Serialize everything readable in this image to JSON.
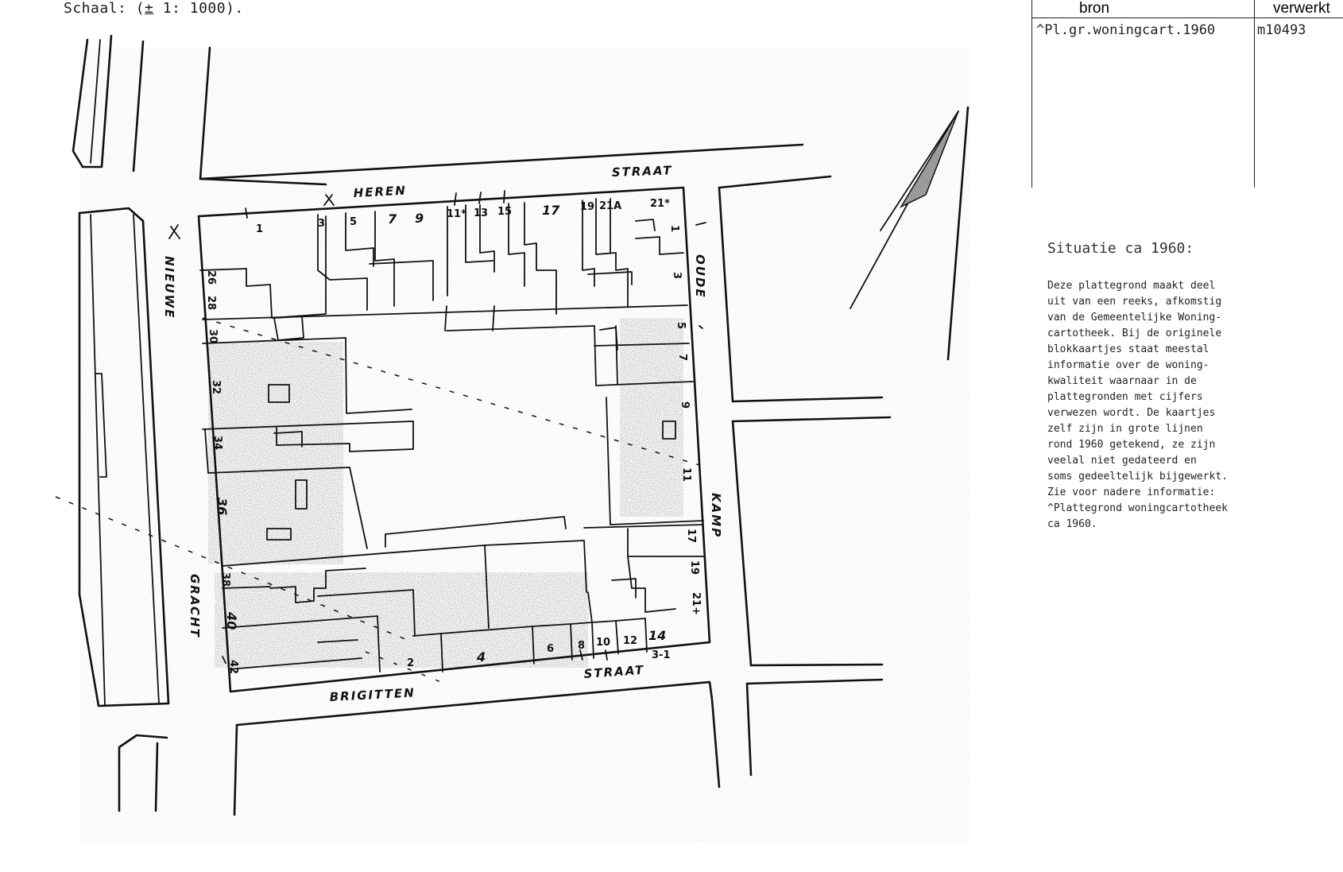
{
  "scale": {
    "prefix": "Schaal: (",
    "pm": "±",
    "rest": " 1: 1000)."
  },
  "source_table": {
    "headers": {
      "bron": "bron",
      "verwerkt": "verwerkt"
    },
    "values": {
      "bron": "^Pl.gr.woningcart.1960",
      "verwerkt": "m10493"
    }
  },
  "situation": {
    "title": "Situatie ca 1960:",
    "body_lines": [
      "Deze plattegrond maakt deel",
      "uit van een reeks, afkomstig",
      "van de Gemeentelijke Woning-",
      "cartotheek. Bij de originele",
      "blokkaartjes staat meestal",
      "informatie over de woning-",
      "kwaliteit waarnaar in de",
      "plattegronden met cijfers",
      "verwezen wordt. De kaartjes",
      "zelf zijn in grote lijnen",
      "rond 1960 getekend, ze zijn",
      "veelal niet gedateerd en",
      "soms gedeeltelijk bijgewerkt.",
      "Zie voor nadere informatie:",
      "^Plattegrond woningcartotheek",
      "ca 1960."
    ]
  },
  "streets": {
    "heren": "HEREN",
    "straat_top": "STRAAT",
    "nieuwe": "NIEUWE",
    "gracht": "GRACHT",
    "oude": "OUDE",
    "kamp": "KAMP",
    "brigitten": "BRIGITTEN",
    "straat_bottom": "STRAAT"
  },
  "house_numbers": {
    "heren": [
      "1",
      "3",
      "5",
      "7",
      "9",
      "11*",
      "13",
      "15",
      "17",
      "19",
      "21A",
      "21*"
    ],
    "oude_kamp": [
      "1",
      "3",
      "5",
      "7",
      "9",
      "11",
      "17",
      "19",
      "21+"
    ],
    "nieuwe_gracht": [
      "26",
      "28",
      "30",
      "32",
      "34",
      "36",
      "38",
      "40",
      "42"
    ],
    "brigitten": [
      "2",
      "4",
      "6",
      "8",
      "10",
      "12",
      "14",
      "3-1"
    ]
  },
  "colors": {
    "ink": "#111111",
    "paper": "#ffffff",
    "arrow_fill": "#9a9a9a"
  }
}
